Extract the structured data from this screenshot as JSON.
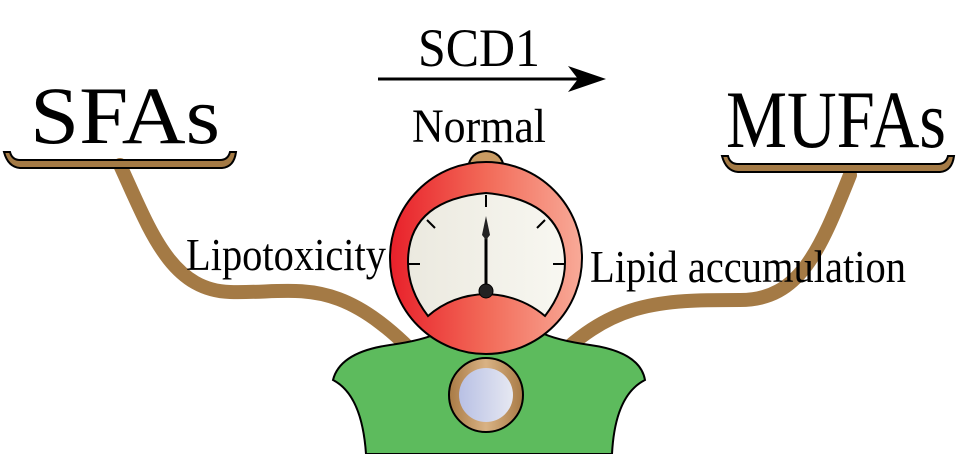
{
  "labels": {
    "left_pan": "SFAs",
    "right_pan": "MUFAs",
    "enzyme": "SCD1",
    "state": "Normal",
    "left_effect": "Lipotoxicity",
    "right_effect": "Lipid accumulation"
  },
  "colors": {
    "arm": "#a47a45",
    "base": "#5dbb5d",
    "gauge_left": "#e8202a",
    "gauge_right": "#f7a898",
    "dial": "#f3f1e8",
    "window": "#c4cbe6"
  },
  "gauge": {
    "needle_position": "center"
  }
}
